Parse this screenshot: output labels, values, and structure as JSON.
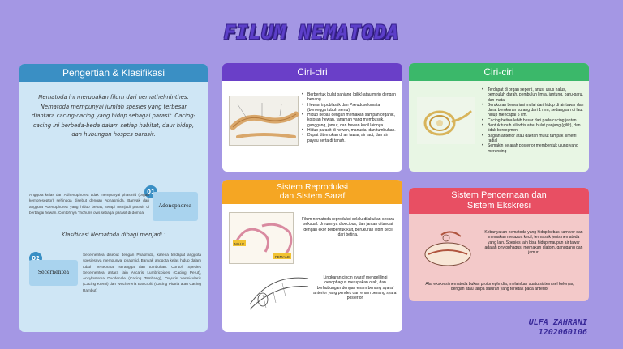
{
  "title": "FILUM NEMATODA",
  "left_card": {
    "heading": "Pengertian & Klasifikasi",
    "intro": "Nematoda ini merupakan filum dari nemathelminthes. Nematoda mempunyai jumlah spesies yang terbesar diantara cacing-cacing yang hidup sebagai parasit. Cacing-cacing ini berbeda-beda dalam setiap habitat, daur hidup, dan hubungan hospes parasit.",
    "klasifikasi": "Klasifikasi Nematoda dibagi menjadi :",
    "item1": {
      "number": "01",
      "label": "Adenophorea",
      "text": "Anggota kelas dari Adhenophorea tidak mempunyai phasmid (organ kemoreseptor) sehingga disebut dengan Aphasmida. Banyak dari anggota Adenophorea yang hidup bebas, tetapi menjadi parasit di berbagai hewan. Contohnya Trichuris ovis sebagai parasit di domba."
    },
    "item2": {
      "number": "02",
      "label": "Secernentea",
      "text": "Secernentea disebut dengan Phasmida, karena terdapat anggota spesiesnya mempunyai phasmid. Banyak anggota kelas hidup dalam tubuh vertebrata, serangga dan tumbuhan. Contoh Spesies Secernentea antara lain Ascaris Lumbricoides (Cacing Perut), Ancylostoma Duodenale (Cacing Tambang), Oxyuris Vermicularis (Cacing Kremi) dan Wuchereria Bancrofti (Cacing Pitaria atau Cacing Rambut)"
    }
  },
  "ciri1": {
    "heading": "Ciri-ciri",
    "bullets": [
      "Berbentuk bulat panjang (gilik) atau mirip dengan benang",
      "Hewan tripoblastik dan Pseudoselomata (berongga tubuh semu)",
      "Hidup bebas dengan memakan sampah organik, kotoran hewan, tanaman yang membusuk, ganggang, jamur, dan hewan kecil lainnya.",
      "Hidup parasit di hewan, manusia, dan tumbuhan.",
      "Dapat ditemukan di air tawar, air laut, dan air payau serta di tanah."
    ]
  },
  "ciri2": {
    "heading": "Ciri-ciri",
    "bullets": [
      "Terdapat di organ seperti, anus, usus halus, pembuluh darah, pembuluh limfa, jantung, paru-paru, dan mata.",
      "Berukuran bervariasi mulai dari hidup di air tawar dan darat berukuran kurang dari 1 mm, sedangkan di laut hidup mencapai 5 cm.",
      "Cacing betina lebih besar dari pada cacing jantan.",
      "Bentuk tubuh silindris atau bulat panjang (gilik), dan tidak bersegmen.",
      "Bagian anterior atau daerah mulut tampak simetri radial",
      "Semakin ke arah posterior membentuk ujung yang meruncing"
    ]
  },
  "repro": {
    "heading_line1": "Sistem Reproduksi",
    "heading_line2": "dan Sistem Saraf",
    "text1": "Filum nematoda reproduksi selalu dilakukan secara seksual. Umumnya dioecious, dan jantan ditandai dengan ekor berbentuk kait, berukuran lebih kecil dari betina.",
    "text2": "Lingkaran cincin syaraf mengelilingi oesophagus merupakan otak, dan berhubungan dengan enam benang syaraf anterior yang pendek dan enam benang syaraf posterior.",
    "fig_label_male": "MALE",
    "fig_label_female": "FEMALE"
  },
  "cerna": {
    "heading_line1": "Sistem Pencernaan dan",
    "heading_line2": "Sistem Ekskresi",
    "text1": "Kebanyakan nematoda yang hidup bebas karnivor dan memakan metazoa kecil, termasuk jenis nematoda yang lain. Spesies lain bisa hidup maupun air tawar adalah phytophagus, memakan diatom, ganggang dan jamur.",
    "text2": "Alat ekskresi nematoda bukan protonephridia, melainkan suatu sistem sel kelenjar, dengan atau tanpa saluran yang terletak pada anterior"
  },
  "author": {
    "name": "ULFA ZAHRANI",
    "id": "1202060106"
  },
  "colors": {
    "background": "#a497e4",
    "blue": "#3a8fc4",
    "purple": "#6a3fc8",
    "green": "#3bb86a",
    "orange": "#f5a623",
    "pink": "#e84f63"
  }
}
